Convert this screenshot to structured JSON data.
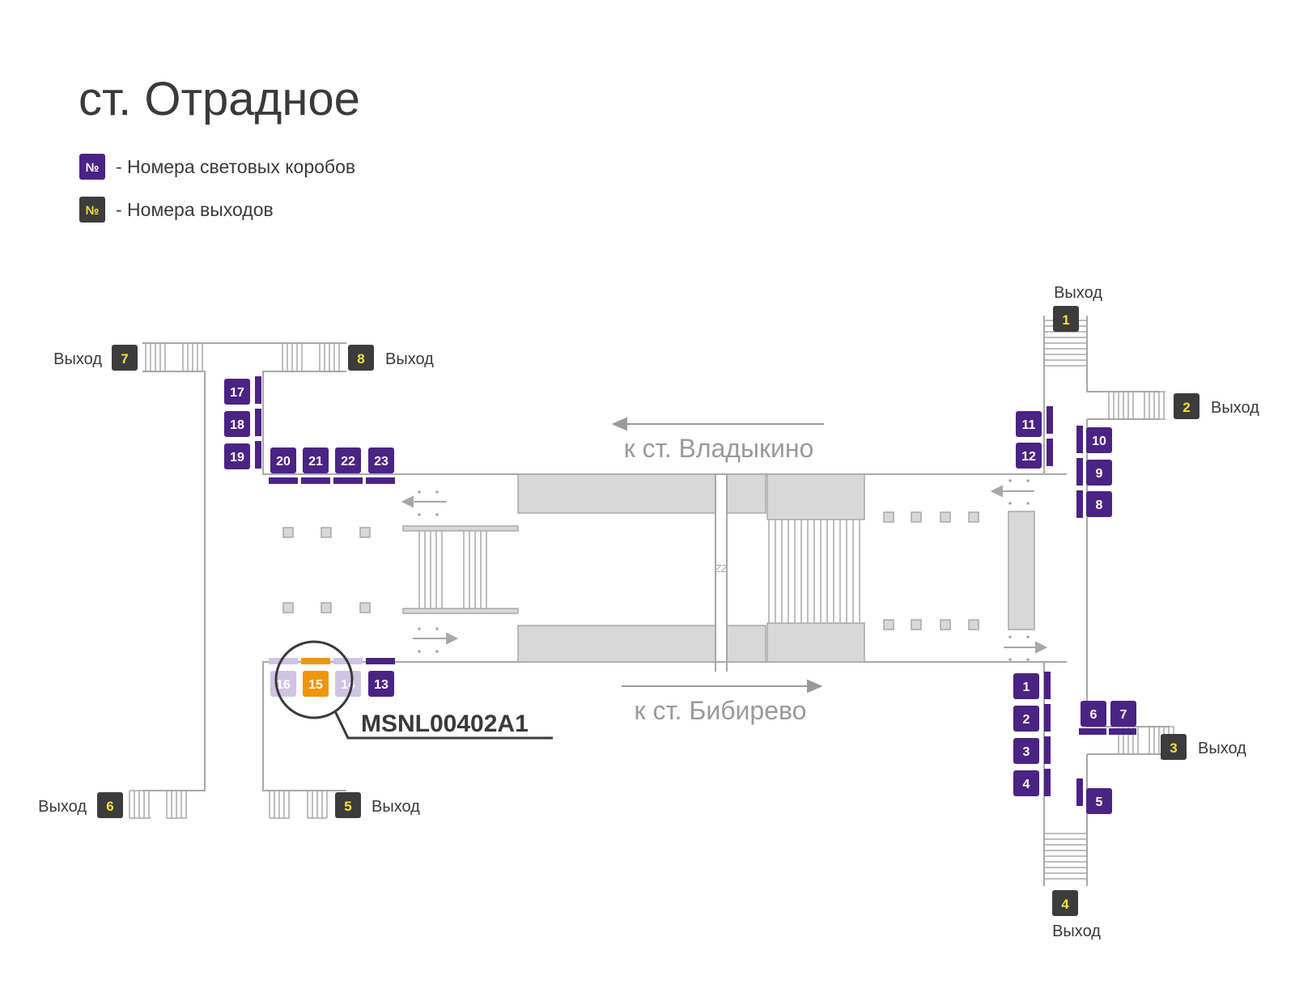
{
  "title": "ст. Отрадное",
  "legend": [
    {
      "symbol": "№",
      "text": "- Номера световых коробов",
      "kind": "lightbox"
    },
    {
      "symbol": "№",
      "text": "- Номера выходов",
      "kind": "exit"
    }
  ],
  "colors": {
    "lightbox": "#4b2384",
    "lightbox_faded": "#cfc4e3",
    "highlight": "#f0960a",
    "exit_bg": "#3c3c3c",
    "exit_text": "#f5e13a",
    "line": "#a8a8a8",
    "block": "#d8d8d8",
    "direction": "#9a9a9a",
    "text": "#3a3a3a"
  },
  "directions": {
    "north": "к ст. Владыкино",
    "south": "к ст. Бибирево"
  },
  "exit_word": "Выход",
  "exits": [
    {
      "id": "exit-7",
      "num": "7"
    },
    {
      "id": "exit-8",
      "num": "8"
    },
    {
      "id": "exit-6",
      "num": "6"
    },
    {
      "id": "exit-5",
      "num": "5"
    },
    {
      "id": "exit-1",
      "num": "1"
    },
    {
      "id": "exit-2",
      "num": "2"
    },
    {
      "id": "exit-3",
      "num": "3"
    },
    {
      "id": "exit-4",
      "num": "4"
    }
  ],
  "lightboxes_west": [
    "17",
    "18",
    "19",
    "20",
    "21",
    "22",
    "23",
    "16",
    "15",
    "14",
    "13"
  ],
  "lightboxes_east": [
    "11",
    "12",
    "10",
    "9",
    "8",
    "1",
    "2",
    "3",
    "4",
    "6",
    "7",
    "5"
  ],
  "highlighted_box": "15",
  "callout_code": "MSNL00402A1",
  "zz_mark": "ZZ"
}
